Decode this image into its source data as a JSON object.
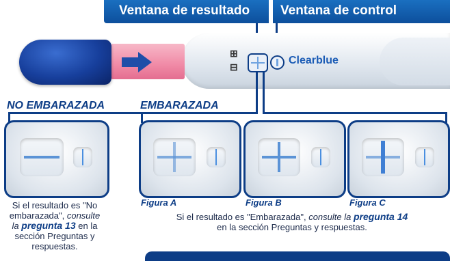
{
  "banner": {
    "result_window": "Ventana de resultado",
    "control_window": "Ventana de control"
  },
  "stick": {
    "brand": "Clearblue",
    "plus_symbol": "⊞",
    "minus_symbol": "⊟"
  },
  "labels": {
    "not_pregnant": "NO EMBARAZADA",
    "pregnant": "EMBARAZADA"
  },
  "figures": {
    "a": "Figura A",
    "b": "Figura B",
    "c": "Figura C"
  },
  "notes": {
    "not_pregnant": {
      "line1": "Si el resultado es \"No",
      "line2_a": "embarazada\", ",
      "line2_b": "consulte",
      "line3_a": "la ",
      "line3_q": "pregunta 13",
      "line3_b": " en la",
      "line4": "sección Preguntas y",
      "line5": "respuestas."
    },
    "pregnant": {
      "line1_a": "Si el resultado es \"Embarazada\", ",
      "line1_b": "consulte la ",
      "line1_q": "pregunta 14",
      "line2": "en la sección Preguntas y respuestas."
    }
  },
  "colors": {
    "navy": "#0d3d86",
    "banner_blue": "#1a6fc0",
    "result_line": "#5b93d6",
    "cap_blue": "#173f9c",
    "wick_pink": "#f08aa6"
  }
}
